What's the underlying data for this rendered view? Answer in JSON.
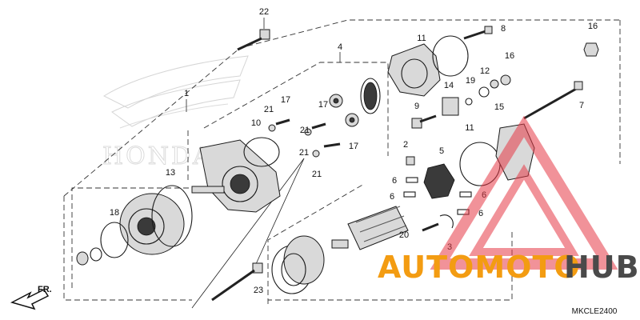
{
  "diagram": {
    "code": "MKCLE2400",
    "direction_label": "FR.",
    "part_numbers": [
      "1",
      "2",
      "3",
      "4",
      "5",
      "6",
      "6",
      "6",
      "6",
      "7",
      "8",
      "9",
      "10",
      "11",
      "11",
      "12",
      "13",
      "14",
      "15",
      "16",
      "16",
      "17",
      "17",
      "17",
      "18",
      "19",
      "20",
      "21",
      "21",
      "21",
      "22",
      "23"
    ]
  },
  "watermark": {
    "brand_logo_text": "HONDA",
    "text_orange": "AUTOMOTO",
    "text_dark": "HUB",
    "orange_color": "#f39c12",
    "dark_color": "#4a4a4a",
    "triangle_color": "#e63946"
  }
}
